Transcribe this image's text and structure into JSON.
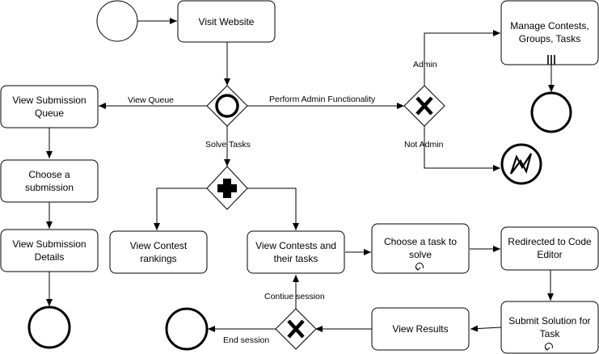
{
  "tasks": {
    "visit_website": [
      "Visit Website"
    ],
    "view_submission_queue": [
      "View Submission",
      "Queue"
    ],
    "choose_submission": [
      "Choose a",
      "submission"
    ],
    "view_submission_details": [
      "View Submission",
      "Details"
    ],
    "manage_contests": [
      "Manage Contests,",
      "Groups, Tasks"
    ],
    "view_contest_rankings": [
      "View Contest",
      "rankings"
    ],
    "view_contests_tasks": [
      "View Contests and",
      "their tasks"
    ],
    "choose_task": [
      "Choose a task to",
      "solve"
    ],
    "redirected_editor": [
      "Redirected to Code",
      "Editor"
    ],
    "view_results": [
      "View Results"
    ],
    "submit_solution": [
      "Submit Solution for",
      "Task"
    ]
  },
  "edge_labels": {
    "view_queue": "View Queue",
    "perform_admin": "Perform Admin Functionality",
    "solve_tasks": "Solve Tasks",
    "admin": "Admin",
    "not_admin": "Not Admin",
    "continue_session": "Contiue session",
    "end_session": "End session"
  },
  "gateways": {
    "main": "inclusive",
    "admin_check": "exclusive",
    "solve_split": "parallel",
    "session_check": "exclusive"
  },
  "events": {
    "start": "start-event",
    "end_admin": "end-event",
    "error": "error-end-event",
    "end_queue": "end-event",
    "end_session": "end-event"
  },
  "markers": {
    "manage_contests": "parallel-multi-instance-marker",
    "choose_task": "loop-marker",
    "submit_solution": "loop-marker"
  },
  "colors": {
    "stroke": "#000000",
    "fill": "#ffffff",
    "text": "#000000"
  }
}
